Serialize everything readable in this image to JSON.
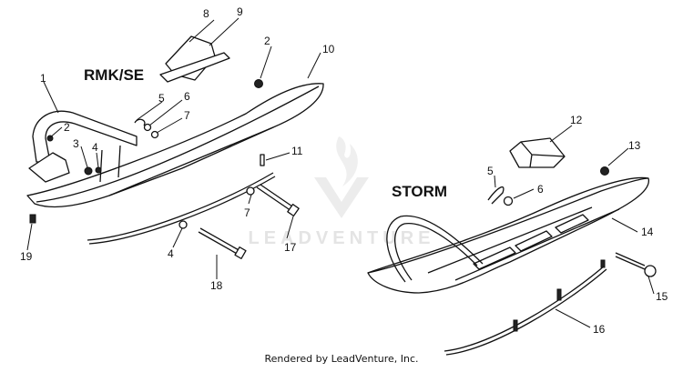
{
  "models": {
    "left": "RMK/SE",
    "right": "STORM"
  },
  "callouts": {
    "c1": "1",
    "c2a": "2",
    "c2b": "2",
    "c3": "3",
    "c4a": "4",
    "c4b": "4",
    "c5a": "5",
    "c5b": "5",
    "c6a": "6",
    "c6b": "6",
    "c7a": "7",
    "c7b": "7",
    "c8": "8",
    "c9": "9",
    "c10": "10",
    "c11": "11",
    "c12": "12",
    "c13": "13",
    "c14": "14",
    "c15": "15",
    "c16": "16",
    "c17": "17",
    "c18": "18",
    "c19": "19"
  },
  "watermark": "LEADVENTURE",
  "footer": "Rendered by LeadVenture, Inc."
}
